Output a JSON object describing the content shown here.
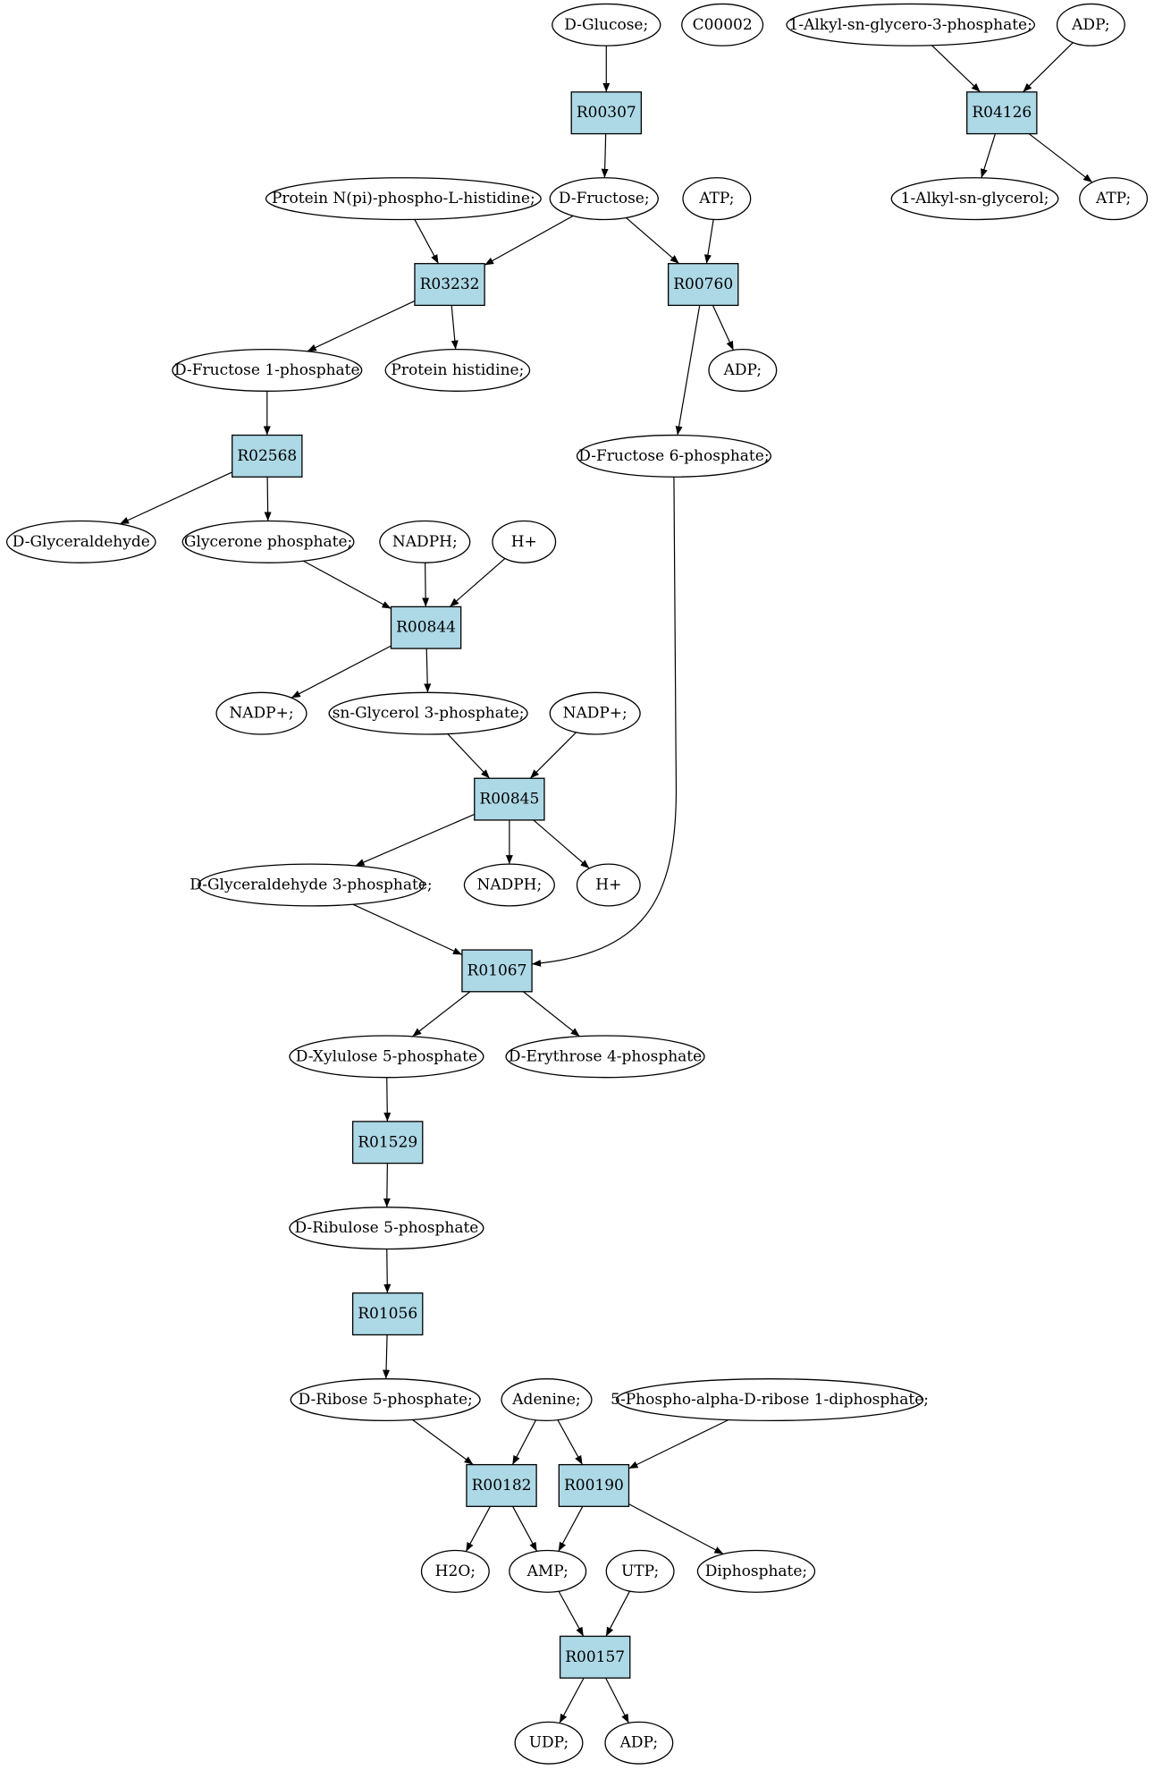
{
  "colors": {
    "reaction_fill": "#add8e6",
    "compound_fill": "#ffffff",
    "start_fill": "#00ee00",
    "target_fill": "#ffff00",
    "stroke": "#000000"
  },
  "nodes": {
    "glucose": {
      "label": "D-Glucose;",
      "type": "compound",
      "role": "start"
    },
    "c00002": {
      "label": "C00002",
      "type": "compound",
      "role": "target"
    },
    "alkylgp": {
      "label": "1-Alkyl-sn-glycero-3-phosphate;",
      "type": "compound"
    },
    "adp_top": {
      "label": "ADP;",
      "type": "compound"
    },
    "r00307": {
      "label": "R00307",
      "type": "reaction"
    },
    "r04126": {
      "label": "R04126",
      "type": "reaction"
    },
    "protein_nphis": {
      "label": "Protein N(pi)-phospho-L-histidine;",
      "type": "compound"
    },
    "fructose": {
      "label": "D-Fructose;",
      "type": "compound"
    },
    "atp1": {
      "label": "ATP;",
      "type": "compound"
    },
    "alkylg": {
      "label": "1-Alkyl-sn-glycerol;",
      "type": "compound"
    },
    "atp_top": {
      "label": "ATP;",
      "type": "compound"
    },
    "r03232": {
      "label": "R03232",
      "type": "reaction"
    },
    "r00760": {
      "label": "R00760",
      "type": "reaction"
    },
    "f1p": {
      "label": "D-Fructose 1-phosphate",
      "type": "compound"
    },
    "protein_his": {
      "label": "Protein histidine;",
      "type": "compound"
    },
    "adp1": {
      "label": "ADP;",
      "type": "compound"
    },
    "r02568": {
      "label": "R02568",
      "type": "reaction"
    },
    "f6p": {
      "label": "D-Fructose 6-phosphate;",
      "type": "compound"
    },
    "glyceraldehyde": {
      "label": "D-Glyceraldehyde",
      "type": "compound"
    },
    "glycerone_p": {
      "label": "Glycerone phosphate;",
      "type": "compound"
    },
    "nadph1": {
      "label": "NADPH;",
      "type": "compound"
    },
    "hplus1": {
      "label": "H+",
      "type": "compound"
    },
    "r00844": {
      "label": "R00844",
      "type": "reaction"
    },
    "nadp1": {
      "label": "NADP+;",
      "type": "compound"
    },
    "g3p_sn": {
      "label": "sn-Glycerol 3-phosphate;",
      "type": "compound"
    },
    "nadp2": {
      "label": "NADP+;",
      "type": "compound"
    },
    "r00845": {
      "label": "R00845",
      "type": "reaction"
    },
    "gap": {
      "label": "D-Glyceraldehyde 3-phosphate;",
      "type": "compound"
    },
    "nadph2": {
      "label": "NADPH;",
      "type": "compound"
    },
    "hplus2": {
      "label": "H+",
      "type": "compound"
    },
    "r01067": {
      "label": "R01067",
      "type": "reaction"
    },
    "x5p": {
      "label": "D-Xylulose 5-phosphate",
      "type": "compound"
    },
    "e4p": {
      "label": "D-Erythrose 4-phosphate",
      "type": "compound"
    },
    "r01529": {
      "label": "R01529",
      "type": "reaction"
    },
    "ru5p": {
      "label": "D-Ribulose 5-phosphate",
      "type": "compound"
    },
    "r01056": {
      "label": "R01056",
      "type": "reaction"
    },
    "r5p": {
      "label": "D-Ribose 5-phosphate;",
      "type": "compound"
    },
    "adenine": {
      "label": "Adenine;",
      "type": "compound"
    },
    "prpp": {
      "label": "5-Phospho-alpha-D-ribose 1-diphosphate;",
      "type": "compound"
    },
    "r00182": {
      "label": "R00182",
      "type": "reaction"
    },
    "r00190": {
      "label": "R00190",
      "type": "reaction"
    },
    "h2o": {
      "label": "H2O;",
      "type": "compound"
    },
    "amp": {
      "label": "AMP;",
      "type": "compound"
    },
    "utp": {
      "label": "UTP;",
      "type": "compound"
    },
    "diphosphate": {
      "label": "Diphosphate;",
      "type": "compound"
    },
    "r00157": {
      "label": "R00157",
      "type": "reaction"
    },
    "udp": {
      "label": "UDP;",
      "type": "compound"
    },
    "adp_bottom": {
      "label": "ADP;",
      "type": "compound"
    }
  },
  "edges": [
    [
      "glucose",
      "r00307"
    ],
    [
      "r00307",
      "fructose"
    ],
    [
      "alkylgp",
      "r04126"
    ],
    [
      "adp_top",
      "r04126"
    ],
    [
      "r04126",
      "alkylg"
    ],
    [
      "r04126",
      "atp_top"
    ],
    [
      "protein_nphis",
      "r03232"
    ],
    [
      "fructose",
      "r03232"
    ],
    [
      "fructose",
      "r00760"
    ],
    [
      "atp1",
      "r00760"
    ],
    [
      "r03232",
      "f1p"
    ],
    [
      "r03232",
      "protein_his"
    ],
    [
      "r00760",
      "adp1"
    ],
    [
      "r00760",
      "f6p"
    ],
    [
      "f1p",
      "r02568"
    ],
    [
      "r02568",
      "glyceraldehyde"
    ],
    [
      "r02568",
      "glycerone_p"
    ],
    [
      "glycerone_p",
      "r00844"
    ],
    [
      "nadph1",
      "r00844"
    ],
    [
      "hplus1",
      "r00844"
    ],
    [
      "r00844",
      "nadp1"
    ],
    [
      "r00844",
      "g3p_sn"
    ],
    [
      "g3p_sn",
      "r00845"
    ],
    [
      "nadp2",
      "r00845"
    ],
    [
      "r00845",
      "gap"
    ],
    [
      "r00845",
      "nadph2"
    ],
    [
      "r00845",
      "hplus2"
    ],
    [
      "gap",
      "r01067"
    ],
    [
      "f6p",
      "r01067"
    ],
    [
      "r01067",
      "x5p"
    ],
    [
      "r01067",
      "e4p"
    ],
    [
      "x5p",
      "r01529"
    ],
    [
      "r01529",
      "ru5p"
    ],
    [
      "ru5p",
      "r01056"
    ],
    [
      "r01056",
      "r5p"
    ],
    [
      "r5p",
      "r00182"
    ],
    [
      "adenine",
      "r00182"
    ],
    [
      "adenine",
      "r00190"
    ],
    [
      "prpp",
      "r00190"
    ],
    [
      "r00182",
      "h2o"
    ],
    [
      "r00182",
      "amp"
    ],
    [
      "r00190",
      "amp"
    ],
    [
      "r00190",
      "diphosphate"
    ],
    [
      "amp",
      "r00157"
    ],
    [
      "utp",
      "r00157"
    ],
    [
      "r00157",
      "udp"
    ],
    [
      "r00157",
      "adp_bottom"
    ]
  ]
}
